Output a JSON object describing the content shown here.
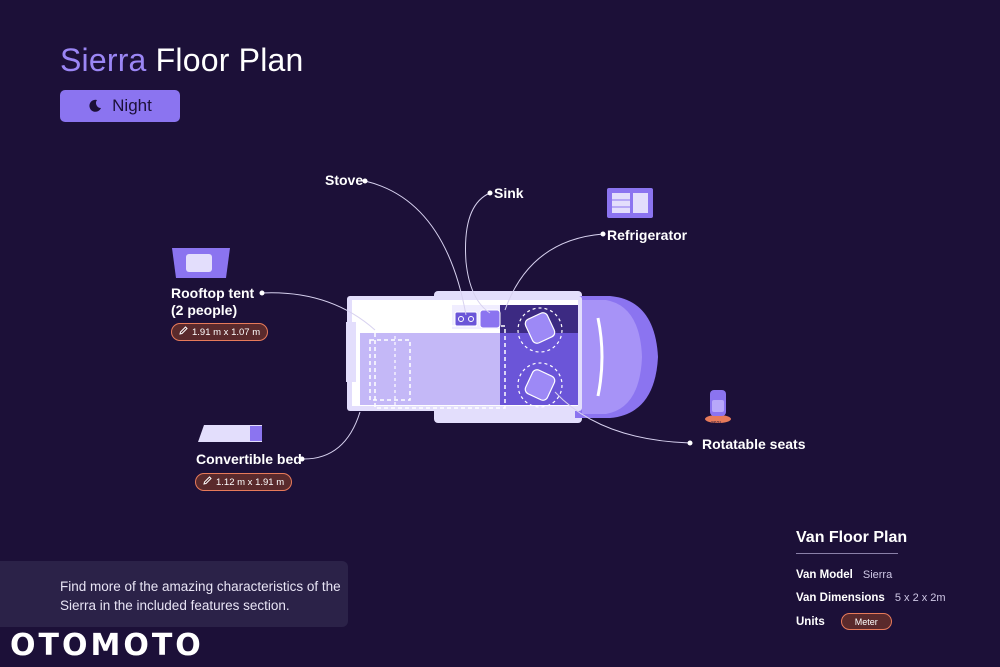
{
  "header": {
    "title_accent": "Sierra",
    "title_rest": " Floor Plan",
    "mode_button": "Night"
  },
  "callouts": {
    "stove": "Stove",
    "sink": "Sink",
    "refrigerator": "Refrigerator",
    "rooftop_tent_line1": "Rooftop tent",
    "rooftop_tent_line2": "(2 people)",
    "rooftop_tent_dims": "1.91 m x 1.07 m",
    "convertible_bed": "Convertible bed",
    "convertible_bed_dims": "1.12 m x 1.91 m",
    "rotatable_seats": "Rotatable seats",
    "seat_badge": "360°"
  },
  "info": {
    "text": "Find more of the amazing characteristics of the Sierra in the included features section."
  },
  "brand": {
    "logo": "OTOMOTO"
  },
  "specs": {
    "title": "Van Floor Plan",
    "model_key": "Van Model",
    "model_val": "Sierra",
    "dims_key": "Van Dimensions",
    "dims_val": "5 x 2 x 2m",
    "units_key": "Units",
    "units_val": "Meter"
  },
  "colors": {
    "background": "#1c1038",
    "accent": "#8b74f0",
    "badge_border": "#e77a5a"
  },
  "icons": [
    "moon-icon",
    "tent-icon",
    "fridge-icon",
    "bed-icon",
    "seat-icon",
    "pencil-icon",
    "rotate-icon"
  ]
}
